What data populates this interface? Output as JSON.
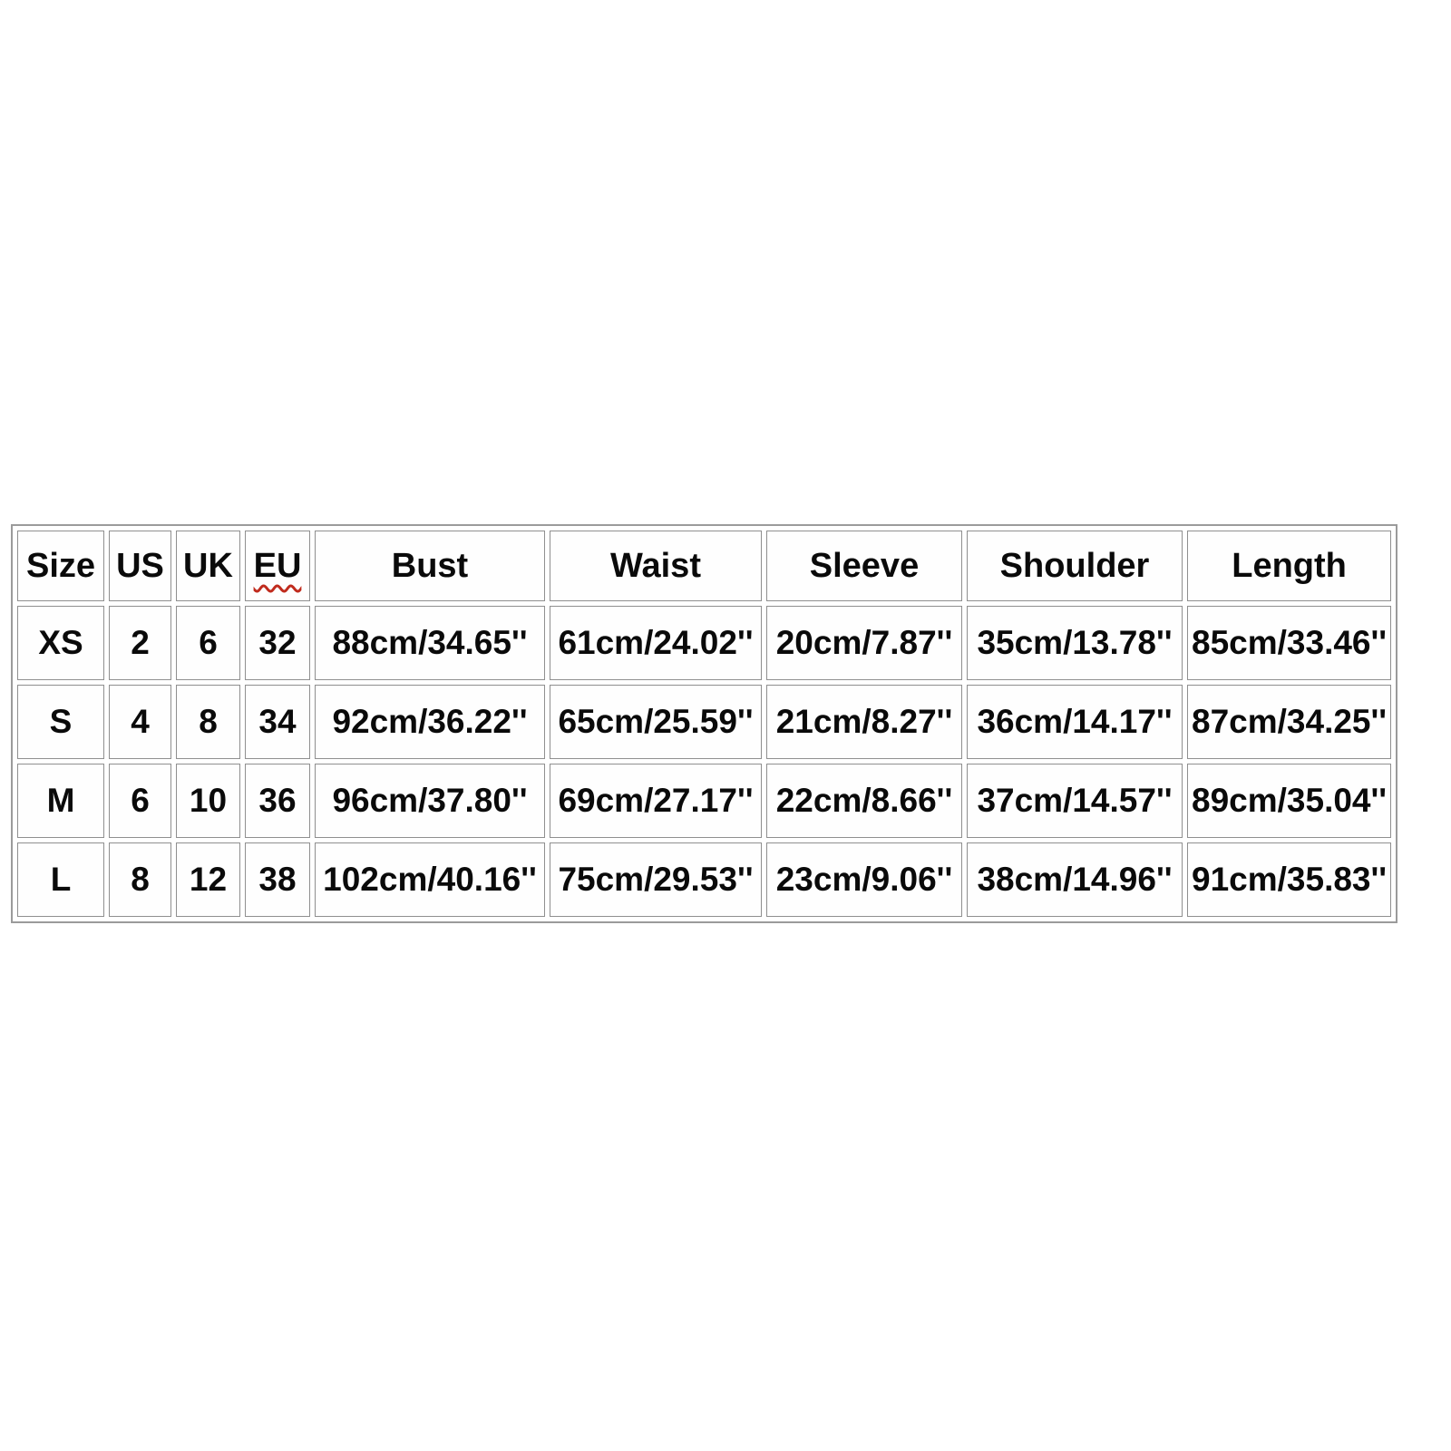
{
  "chart_data": {
    "type": "table",
    "title": "Garment size chart",
    "columns": [
      "Size",
      "US",
      "UK",
      "EU",
      "Bust",
      "Waist",
      "Sleeve",
      "Shoulder",
      "Length"
    ],
    "rows": [
      [
        "XS",
        "2",
        "6",
        "32",
        "88cm/34.65''",
        "61cm/24.02''",
        "20cm/7.87''",
        "35cm/13.78''",
        "85cm/33.46''"
      ],
      [
        "S",
        "4",
        "8",
        "34",
        "92cm/36.22''",
        "65cm/25.59''",
        "21cm/8.27''",
        "36cm/14.17''",
        "87cm/34.25''"
      ],
      [
        "M",
        "6",
        "10",
        "36",
        "96cm/37.80''",
        "69cm/27.17''",
        "22cm/8.66''",
        "37cm/14.57''",
        "89cm/35.04''"
      ],
      [
        "L",
        "8",
        "12",
        "38",
        "102cm/40.16''",
        "75cm/29.53''",
        "23cm/9.06''",
        "38cm/14.96''",
        "91cm/35.83''"
      ]
    ],
    "layout_hints": {
      "grid": "all cell borders, double-line effect from cell spacing",
      "misspelled_header_with_red_squiggle": "EU"
    }
  },
  "colors": {
    "background": "#ffffff",
    "cell_background": "#fefefe",
    "border": "#8f8f8f",
    "outer_border": "#9b9b9b",
    "text": "#0a0a0a",
    "squiggle": "#c02b1d"
  }
}
